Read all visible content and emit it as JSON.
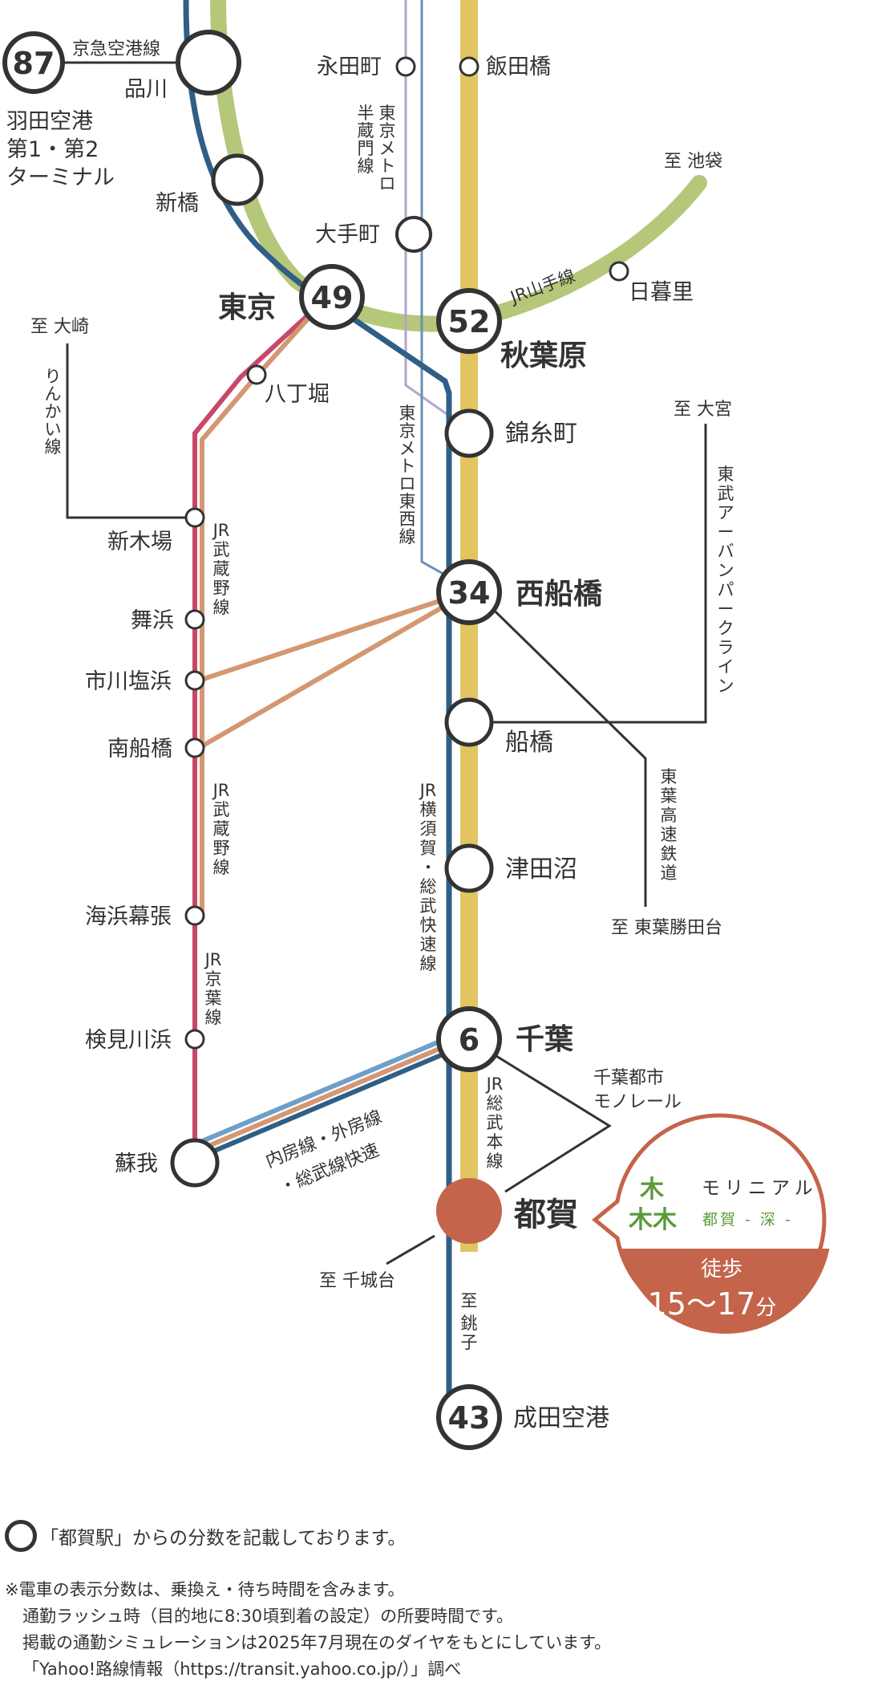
{
  "lines": {
    "keikyu": "京急空港線",
    "hanzomon": "東京メトロ半蔵門線",
    "yamanote": "JR山手線",
    "rinkai": "りんかい線",
    "tozai": "東京メトロ東西線",
    "musashino_1": "JR武蔵野線",
    "musashino_2": "JR武蔵野線",
    "keiyo": "JR京葉線",
    "tobu_urban": "東武アーバンパークライン",
    "toyo_rapid": "東葉高速鉄道",
    "yokosuka_sobu": "JR横須賀・総武快速線",
    "sobu_main": "JR総武本線",
    "monorail": "千葉都市モノレール",
    "uchibo_1": "内房線・外房線",
    "uchibo_2": "・総武線快速"
  },
  "directions": {
    "ikebukuro": "至 池袋",
    "osaki": "至 大崎",
    "omiya": "至 大宮",
    "toyo_katsutadai": "至 東葉勝田台",
    "chishirodai": "至 千城台",
    "choshi": "至 銚子"
  },
  "stations": {
    "haneda_minutes": "87",
    "haneda": "羽田空港第1・第2ターミナル",
    "shinagawa": "品川",
    "shimbashi": "新橋",
    "tokyo": "東京",
    "tokyo_minutes": "49",
    "nagatacho": "永田町",
    "iidabashi": "飯田橋",
    "otemachi": "大手町",
    "akihabara": "秋葉原",
    "akihabara_minutes": "52",
    "nippori": "日暮里",
    "hatchobori": "八丁堀",
    "kinshicho": "錦糸町",
    "shinkiba": "新木場",
    "maihama": "舞浜",
    "ichikawashiohama": "市川塩浜",
    "minamifunabashi": "南船橋",
    "kaihinmakuhari": "海浜幕張",
    "kemigawahama": "検見川浜",
    "soga": "蘇我",
    "nishifunabashi": "西船橋",
    "nishifunabashi_minutes": "34",
    "funabashi": "船橋",
    "tsudanuma": "津田沼",
    "chiba": "千葉",
    "chiba_minutes": "6",
    "tsuga": "都賀",
    "narita": "成田空港",
    "narita_minutes": "43"
  },
  "callout": {
    "brand_text": "モリニアル",
    "brand_sub": "都賀 - 深 -",
    "walk_label": "徒歩",
    "walk_time": "15～17",
    "walk_unit": "分"
  },
  "legend": {
    "text": "「都賀駅」からの分数を記載しております。"
  },
  "notes": [
    "※電車の表示分数は、乗換え・待ち時間を含みます。",
    "通勤ラッシュ時（目的地に8:30頃到着の設定）の所要時間です。",
    "掲載の通勤シミュレーションは2025年7月現在のダイヤをもとにしています。",
    "「Yahoo!路線情報（https://transit.yahoo.co.jp/）」調べ"
  ],
  "colors": {
    "yamanote": "#b5c779",
    "sobu_main": "#e2c561",
    "yokosuka_sobu": "#2f5f86",
    "keiyo": "#c8486a",
    "musashino": "#d49772",
    "hanzomon": "#b7a3cc",
    "tozai": "#6a8fb5",
    "uchibo_blue": "#6e9fc9",
    "accent": "#c4644a",
    "ink": "#333333"
  }
}
